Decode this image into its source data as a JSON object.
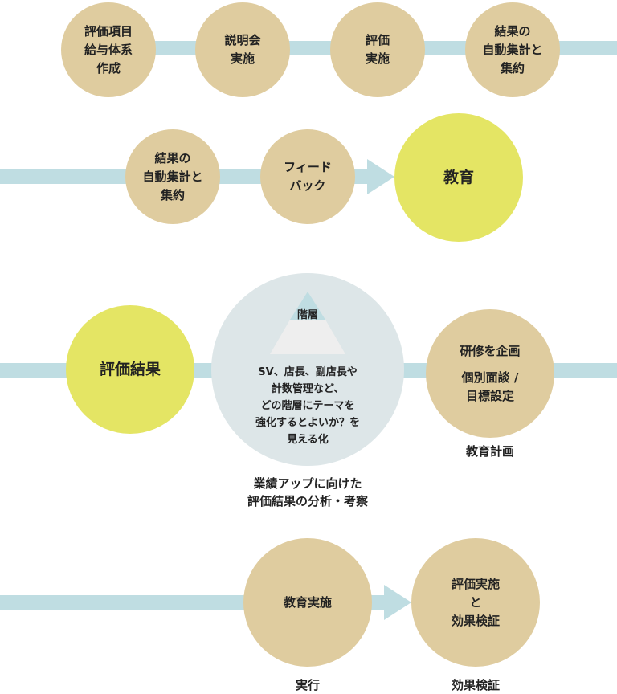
{
  "row1": [
    "評価項目\n給与体系\n作成",
    "説明会\n実施",
    "評価\n実施",
    "結果の\n自動集計と\n集約"
  ],
  "row2": [
    "結果の\n自動集計と\n集約",
    "フィード\nバック",
    "教育"
  ],
  "row3": {
    "result": "評価結果",
    "pyramid_label": "階層",
    "analysis_text": "SV、店長、副店長や\n計数管理など、\nどの階層にテーマを\n強化するとよいか？を\n見える化",
    "analysis_caption": "業績アップに向けた\n評価結果の分析・考察",
    "plan_line1": "研修を企画",
    "plan_line2": "個別面談 /\n目標設定",
    "plan_caption": "教育計画"
  },
  "row4": {
    "execute": "教育実施",
    "execute_caption": "実行",
    "verify": "評価実施\nと\n効果検証",
    "verify_caption": "効果検証"
  }
}
